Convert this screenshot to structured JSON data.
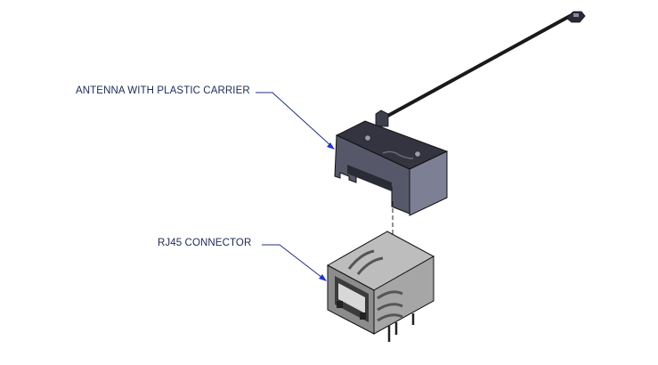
{
  "diagram": {
    "type": "exploded assembly view",
    "callouts": [
      {
        "id": "antenna",
        "label": "ANTENNA WITH PLASTIC CARRIER"
      },
      {
        "id": "rj45",
        "label": "RJ45 CONNECTOR"
      }
    ],
    "components": [
      {
        "id": "antenna",
        "name": "Antenna with plastic carrier",
        "features": [
          "coaxial cable",
          "micro connector at cable end",
          "two mounting screws",
          "embossed logo"
        ]
      },
      {
        "id": "rj45",
        "name": "RJ45 connector",
        "features": [
          "port opening",
          "LED light pipes",
          "through-hole pins"
        ]
      }
    ],
    "assembly_line": {
      "style": "dashed",
      "from": "antenna",
      "to": "rj45"
    },
    "colors": {
      "leader_line": "#1f2f80",
      "arrow_head": "#2233cc",
      "label_text": "#1c2a55",
      "antenna_body": "#4a4c5e",
      "rj45_body": "#a9a9a9"
    }
  }
}
